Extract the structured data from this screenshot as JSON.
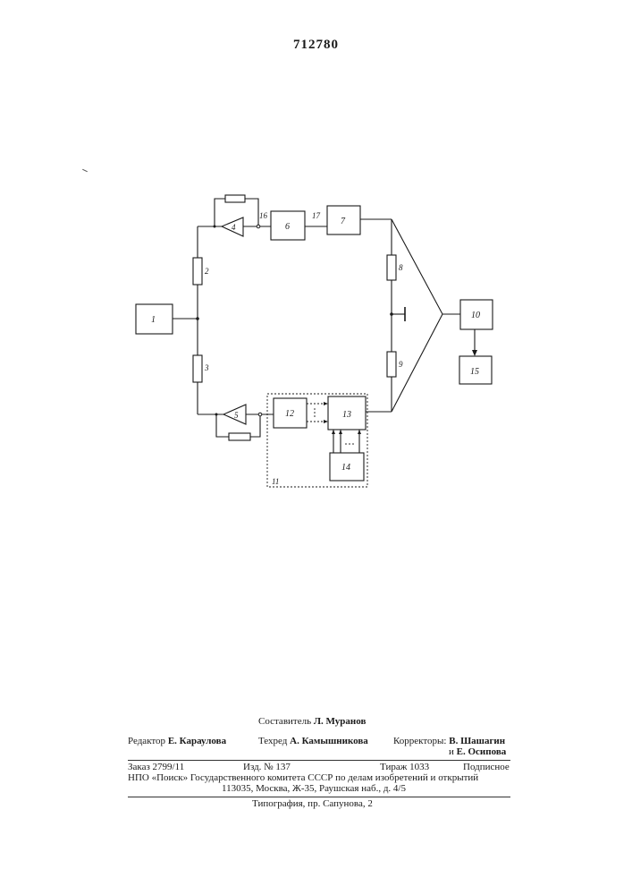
{
  "page_number": "712780",
  "diagram": {
    "blocks": {
      "b1": "1",
      "b6": "6",
      "b7": "7",
      "b10": "10",
      "b12": "12",
      "b13": "13",
      "b14": "14",
      "b15": "15"
    },
    "resistors": {
      "r2": "2",
      "r3": "3",
      "r8": "8",
      "r9": "9"
    },
    "amplifiers": {
      "a4": "4",
      "a5": "5"
    },
    "nodes": {
      "n16": "16",
      "n17": "17"
    },
    "group_label": "11"
  },
  "imprint": {
    "compiler_label": "Составитель",
    "compiler_name": "Л. Муранов",
    "editor_label": "Редактор",
    "editor_name": "Е. Караулова",
    "techred_label": "Техред",
    "techred_name": "А. Камышникова",
    "correctors_label": "Корректоры:",
    "corrector1": "В. Шашагин",
    "corrector2_prefix": "и",
    "corrector2": "Е. Осипова",
    "order": "Заказ 2799/11",
    "edition": "Изд. № 137",
    "circulation": "Тираж 1033",
    "subscription": "Подписное",
    "org_line": "НПО «Поиск» Государственного комитета СССР по делам изобретений и открытий",
    "address": "113035, Москва, Ж-35, Раушская наб., д. 4/5",
    "printer": "Типография, пр. Сапунова, 2"
  }
}
